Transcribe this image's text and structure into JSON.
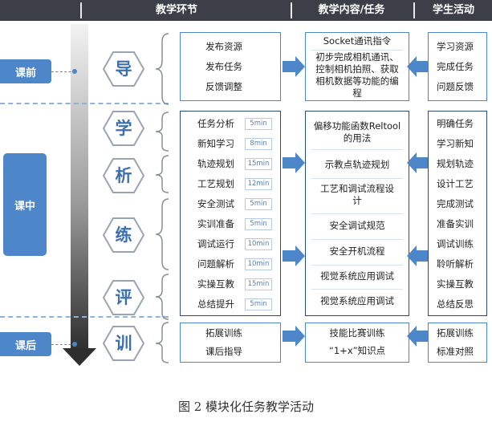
{
  "header": {
    "col1": "教学环节",
    "col2": "教学内容/任务",
    "col3": "学生活动"
  },
  "phases": {
    "pre": "课前",
    "mid": "课中",
    "post": "课后"
  },
  "stages": [
    "导",
    "学",
    "析",
    "练",
    "评",
    "训"
  ],
  "pre_tasks": [
    "发布资源",
    "发布任务",
    "反馈调整"
  ],
  "mid_tasks": [
    {
      "label": "任务分析",
      "time": "5min"
    },
    {
      "label": "新知学习",
      "time": "8min"
    },
    {
      "label": "轨迹规划",
      "time": "15min"
    },
    {
      "label": "工艺规划",
      "time": "12min"
    },
    {
      "label": "安全测试",
      "time": "5min"
    },
    {
      "label": "实训准备",
      "time": "5min"
    },
    {
      "label": "调试运行",
      "time": "10min"
    },
    {
      "label": "问题解析",
      "time": "10min"
    },
    {
      "label": "实操互教",
      "time": "15min"
    },
    {
      "label": "总结提升",
      "time": "5min"
    }
  ],
  "post_tasks": [
    "拓展训练",
    "课后指导"
  ],
  "content_pre": {
    "title": "Socket通讯指令",
    "body": "初步完成相机通讯、控制相机拍照、获取相机数据等功能的编程"
  },
  "content_mid": [
    "偏移功能函数Reltool的用法",
    "示教点轨迹规划",
    "工艺和调试流程设计",
    "安全调试规范",
    "安全开机流程",
    "视觉系统应用调试",
    "视觉系统应用调试"
  ],
  "content_post": [
    "技能比赛训练",
    "“1+x”知识点"
  ],
  "student_pre": [
    "学习资源",
    "完成任务",
    "问题反馈"
  ],
  "student_mid": [
    "明确任务",
    "学习新知",
    "规划轨迹",
    "设计工艺",
    "完成测试",
    "准备实训",
    "调试训练",
    "聆听解析",
    "实操互教",
    "总结反思"
  ],
  "student_post": [
    "拓展训练",
    "标准对照"
  ],
  "caption": "图 2 模块化任务教学活动",
  "colors": {
    "header": "#3d3f48",
    "phase": "#4d86c9",
    "accent": "#4d86c9",
    "hex_text": "#3c6fb0"
  }
}
